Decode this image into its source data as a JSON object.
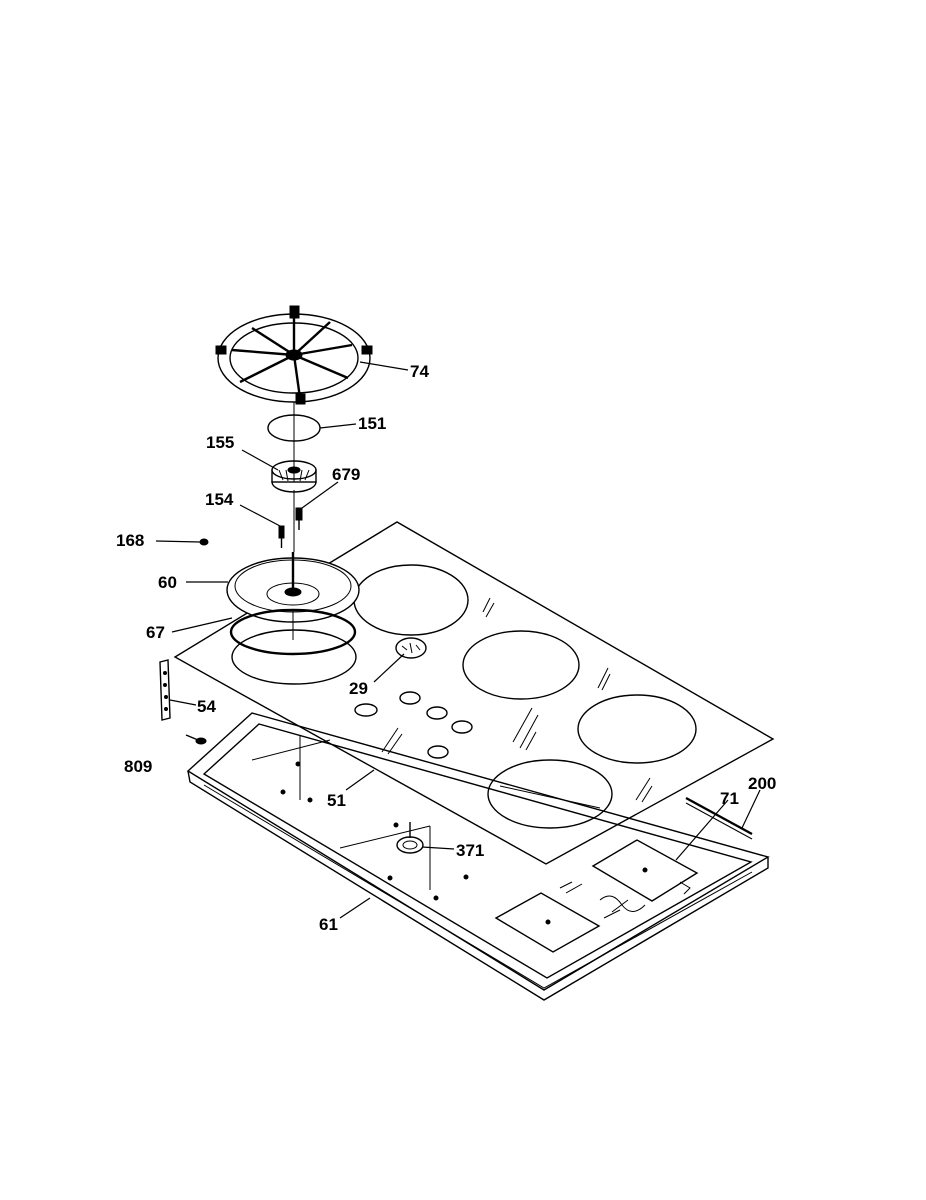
{
  "diagram": {
    "callouts": [
      {
        "id": "74",
        "label": "74"
      },
      {
        "id": "151",
        "label": "151"
      },
      {
        "id": "155",
        "label": "155"
      },
      {
        "id": "679",
        "label": "679"
      },
      {
        "id": "154",
        "label": "154"
      },
      {
        "id": "168",
        "label": "168"
      },
      {
        "id": "60",
        "label": "60"
      },
      {
        "id": "67",
        "label": "67"
      },
      {
        "id": "29",
        "label": "29"
      },
      {
        "id": "54",
        "label": "54"
      },
      {
        "id": "809",
        "label": "809"
      },
      {
        "id": "51",
        "label": "51"
      },
      {
        "id": "371",
        "label": "371"
      },
      {
        "id": "71",
        "label": "71"
      },
      {
        "id": "200",
        "label": "200"
      },
      {
        "id": "61",
        "label": "61"
      }
    ]
  }
}
